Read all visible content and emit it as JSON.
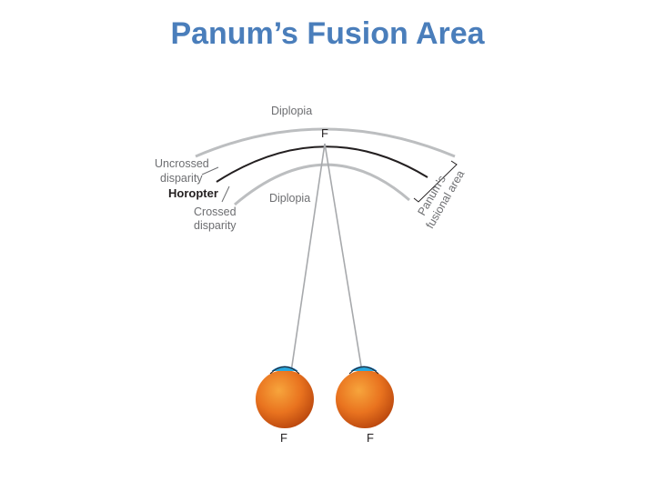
{
  "title": "Panum’s Fusion Area",
  "diagram": {
    "labels": {
      "diplopia_top": "Diplopia",
      "fixation_point": "F",
      "uncrossed_line1": "Uncrossed",
      "uncrossed_line2": "disparity",
      "horopter": "Horopter",
      "crossed_line1": "Crossed",
      "crossed_line2": "disparity",
      "diplopia_inner": "Diplopia",
      "panums_line1": "Panum’s",
      "panums_line2": "fusional area",
      "left_eye_f": "F",
      "right_eye_f": "F"
    },
    "colors": {
      "title": "#4a7ebb",
      "boundary_arcs": "#bcbec0",
      "horopter": "#231f20",
      "eyeball": "#e9731f",
      "cornea": "#29a9e0"
    }
  }
}
